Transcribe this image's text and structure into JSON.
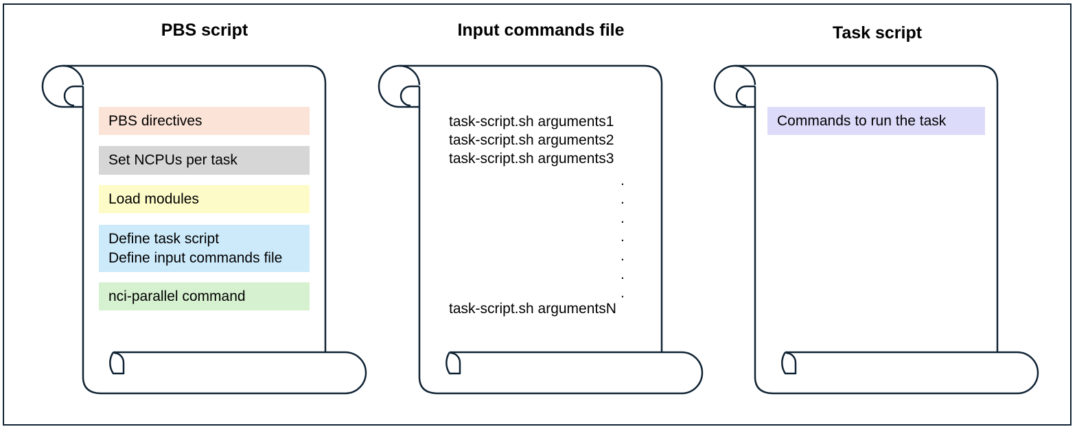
{
  "colors": {
    "outline": "#0f2233",
    "pbs_directives": "#fbe3d7",
    "ncpus": "#d6d6d6",
    "load_modules": "#fdfcc8",
    "define": "#cdeafb",
    "nci_parallel": "#d6f1d0",
    "task_commands": "#dcdcfa"
  },
  "pbs_script": {
    "title": "PBS script",
    "items": [
      {
        "lines": [
          "PBS directives"
        ]
      },
      {
        "lines": [
          "Set NCPUs per task"
        ]
      },
      {
        "lines": [
          "Load modules"
        ]
      },
      {
        "lines": [
          "Define task script",
          "Define input commands file"
        ]
      },
      {
        "lines": [
          "nci-parallel command"
        ]
      }
    ]
  },
  "input_file": {
    "title": "Input commands file",
    "lines": [
      "task-script.sh arguments1",
      "task-script.sh arguments2",
      "task-script.sh arguments3"
    ],
    "ellipsis": [
      ".",
      ".",
      ".",
      ".",
      ".",
      ".",
      "."
    ],
    "last_line": "task-script.sh argumentsN"
  },
  "task_script": {
    "title": "Task script",
    "items": [
      {
        "lines": [
          "Commands to run the task"
        ]
      }
    ]
  }
}
